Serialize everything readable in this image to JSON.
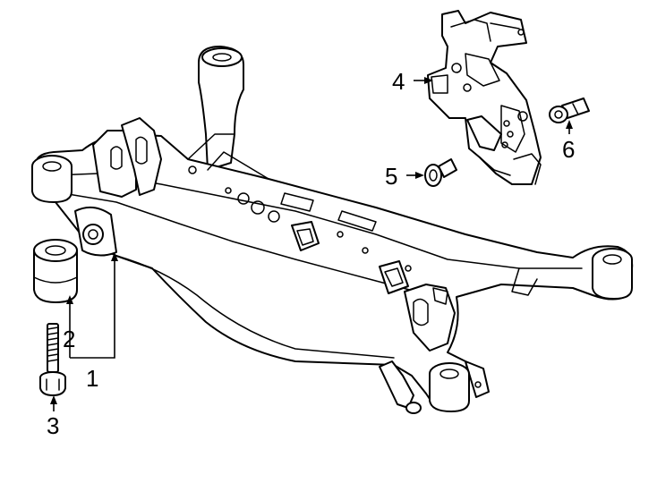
{
  "diagram": {
    "callouts": {
      "c1": "1",
      "c2": "2",
      "c3": "3",
      "c4": "4",
      "c5": "5",
      "c6": "6"
    }
  }
}
